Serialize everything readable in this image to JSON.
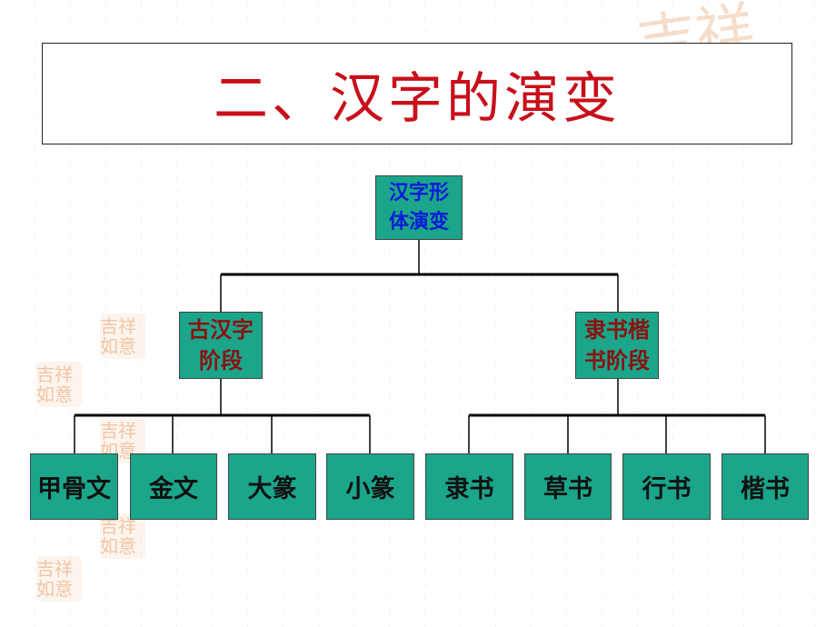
{
  "slide": {
    "title": "二、汉字的演变",
    "decorative_seal": "吉祥如意"
  },
  "tree": {
    "root": "汉字形\n体演变",
    "branches": [
      {
        "label": "古汉字\n阶段",
        "children": [
          "甲骨文",
          "金文",
          "大篆",
          "小篆"
        ]
      },
      {
        "label": "隶书楷\n书阶段",
        "children": [
          "隶书",
          "草书",
          "行书",
          "楷书"
        ]
      }
    ]
  },
  "colors": {
    "title": "#c8101a",
    "node_fill": "#1ba58a",
    "root_text": "#0a1bd9",
    "branch_text": "#8b1010",
    "leaf_text": "#111111"
  }
}
